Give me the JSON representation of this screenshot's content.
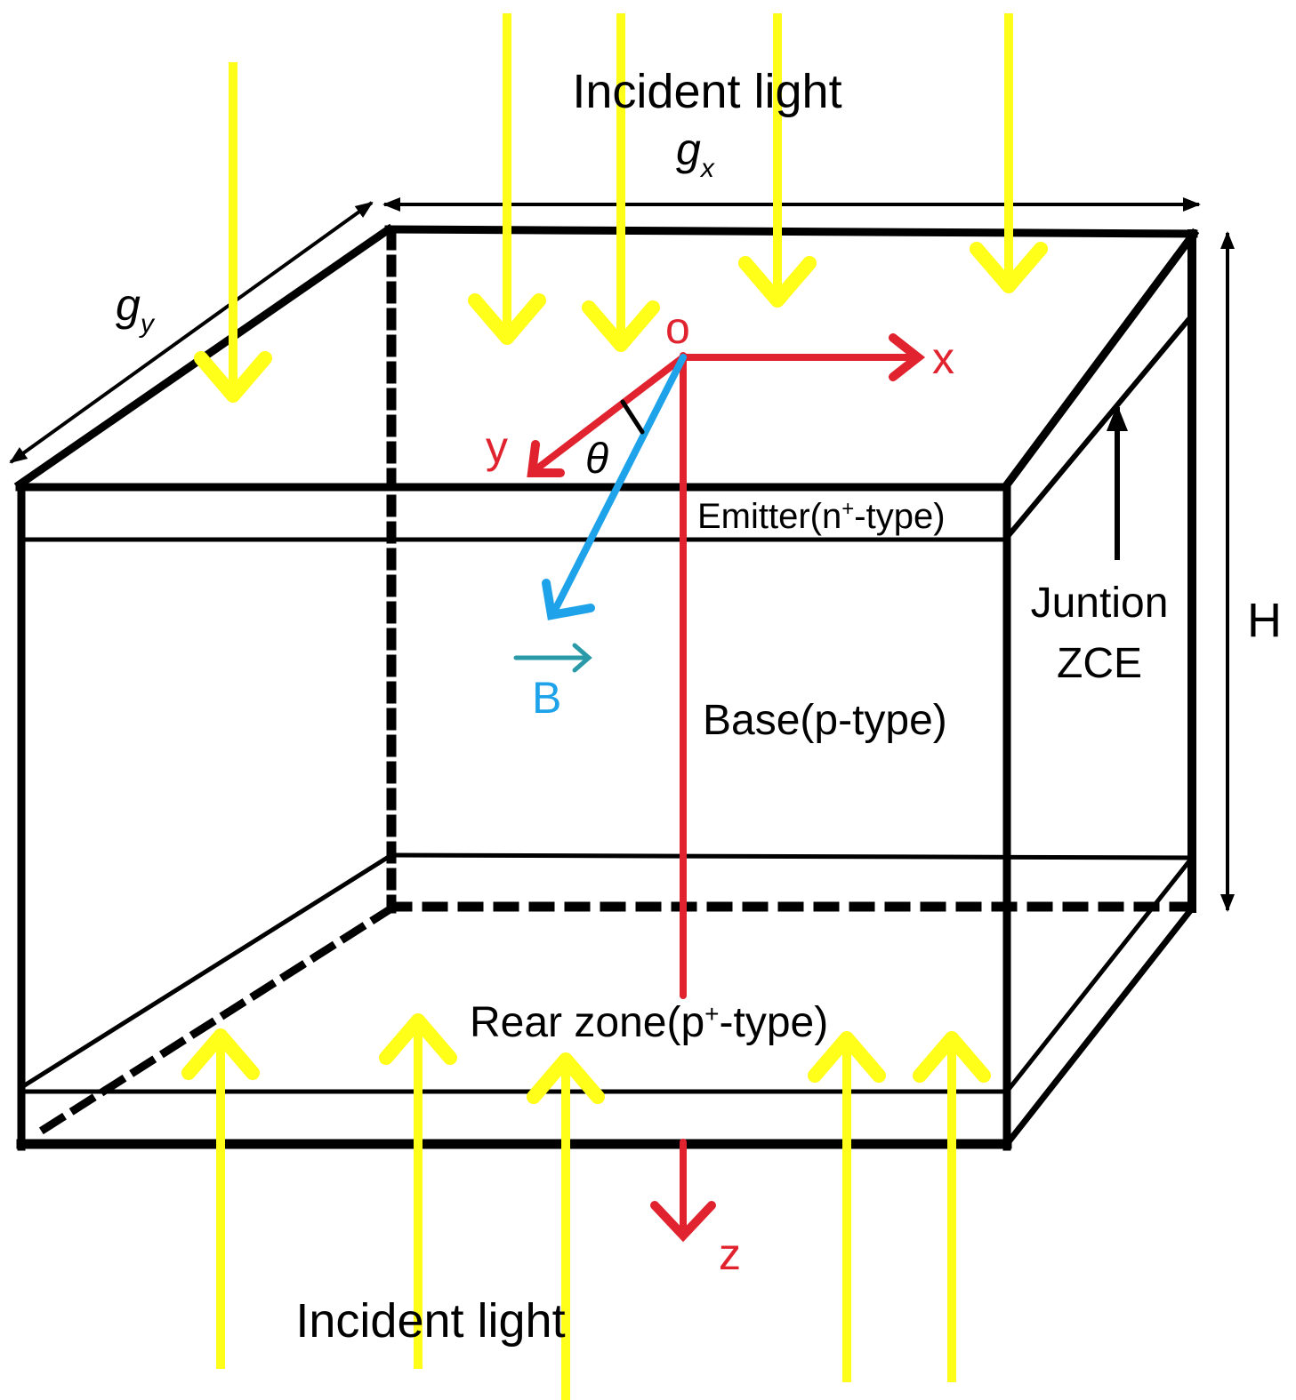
{
  "colors": {
    "light": "#ffff1a",
    "axis": "#e0232e",
    "field": "#1ea3ea",
    "vector_arrow": "#2a9aa8",
    "outline": "#000000"
  },
  "labels": {
    "incident_light_top": "Incident light",
    "incident_light_bottom": "Incident light",
    "gx": "g",
    "gx_sub": "x",
    "gy": "g",
    "gy_sub": "y",
    "height": "H",
    "origin": "o",
    "axis_x": "x",
    "axis_y": "y",
    "axis_z": "z",
    "theta": "θ",
    "field_vector": "B",
    "emitter": "Emitter(n",
    "emitter_sup": "+",
    "emitter_end": "-type)",
    "base": "Base(p-type)",
    "junction_line1": "Juntion",
    "junction_line2": "ZCE",
    "rear": "Rear zone(p",
    "rear_sup": "+",
    "rear_end": "-type)"
  }
}
